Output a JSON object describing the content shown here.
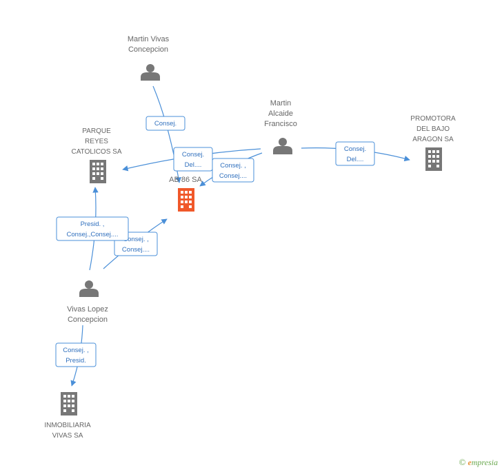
{
  "nodes": {
    "martin_vivas": {
      "line1": "Martin Vivas",
      "line2": "Concepcion",
      "kind": "person-icon"
    },
    "martin_alcaide": {
      "line1": "Martin",
      "line2": "Alcaide",
      "line3": "Francisco",
      "kind": "person-icon"
    },
    "vivas_lopez": {
      "line1": "Vivas Lopez",
      "line2": "Concepcion",
      "kind": "person-icon"
    },
    "parque": {
      "line1": "PARQUE",
      "line2": "REYES",
      "line3": "CATOLICOS SA",
      "kind": "building-icon"
    },
    "promotora": {
      "line1": "PROMOTORA",
      "line2": "DEL BAJO",
      "line3": "ARAGON SA",
      "kind": "building-icon"
    },
    "ab86": {
      "line1": "AB 86 SA",
      "kind": "building-icon",
      "highlight": true
    },
    "inmobiliaria": {
      "line1": "INMOBILIARIA",
      "line2": "VIVAS SA",
      "kind": "building-icon"
    }
  },
  "edges": {
    "e1": {
      "line1": "Consej."
    },
    "e2": {
      "line1": "Consej.",
      "line2": "Del...."
    },
    "e3": {
      "line1": "Consej. ,",
      "line2": "Consej...."
    },
    "e4": {
      "line1": "Consej.",
      "line2": "Del...."
    },
    "e5": {
      "line1": "Presid. ,",
      "line2": "Consej.,Consej...."
    },
    "e6": {
      "line1": "Consej. ,",
      "line2": "Consej...."
    },
    "e7": {
      "line1": "Consej. ,",
      "line2": "Presid."
    }
  },
  "colors": {
    "edge": "#4a8fd8",
    "node": "#777777",
    "highlight": "#f0582a"
  },
  "footer": {
    "copyright": "©",
    "brand_first": "e",
    "brand_rest": "mpresia"
  }
}
